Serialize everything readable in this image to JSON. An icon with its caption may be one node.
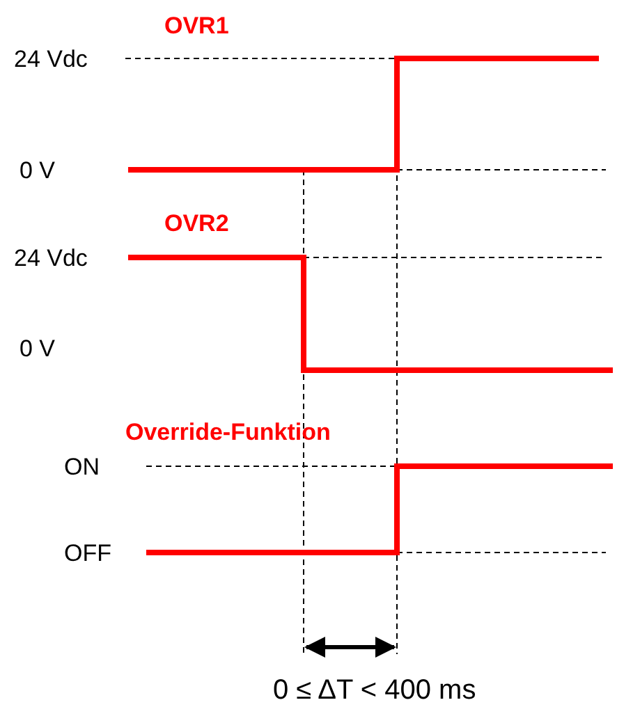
{
  "diagram": {
    "labels": [
      "OVR1",
      "24 Vdc",
      "0 V",
      "OVR2",
      "24 Vdc",
      "0 V",
      "Override-Funktion",
      "ON",
      "OFF",
      "0 ≤ ΔT < 400 ms"
    ]
  }
}
